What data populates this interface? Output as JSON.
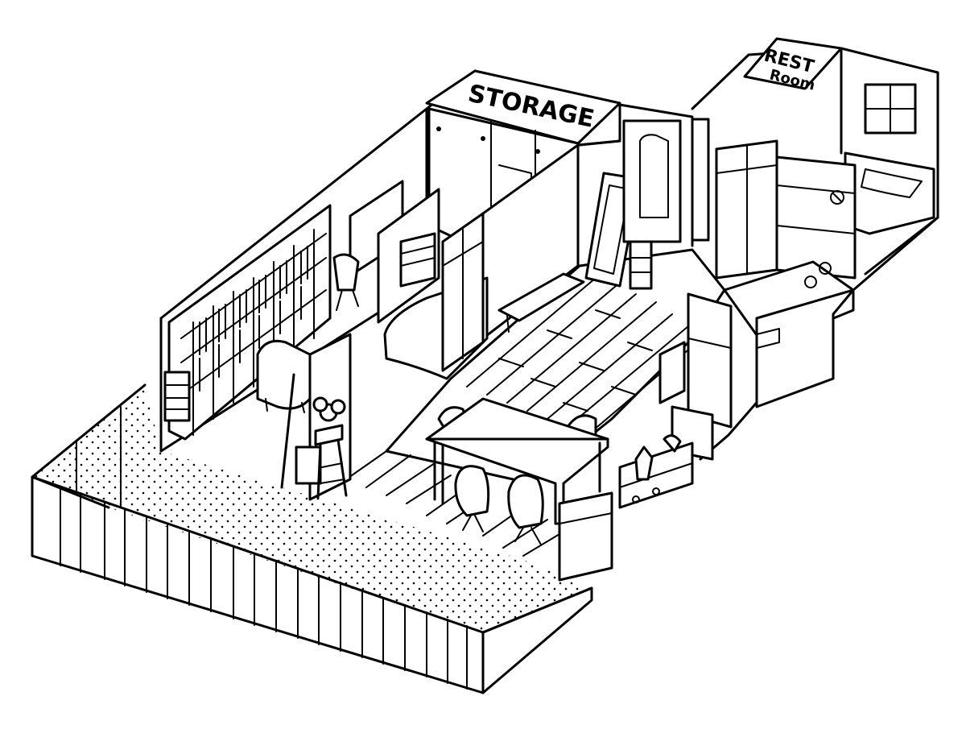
{
  "labels": {
    "storage": "STORAGE",
    "rest_room_line1": "REST",
    "rest_room_line2": "Room"
  },
  "colors": {
    "ink": "#000000",
    "paper": "#ffffff"
  },
  "icons": {
    "wall": "outline-wall",
    "floor": "plank-floor",
    "balcony": "dotted-balcony"
  }
}
